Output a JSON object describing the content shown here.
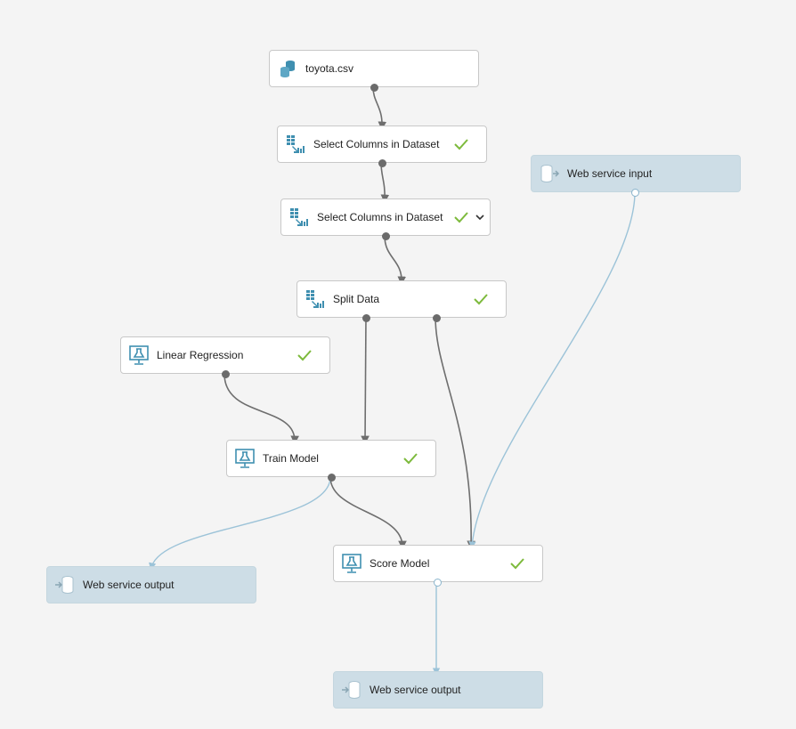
{
  "colors": {
    "canvas": "#f4f4f4",
    "module_fill": "#ffffff",
    "webservice_fill": "#cddde6",
    "edge_dark": "#6e6e6e",
    "edge_light": "#9cc3d8",
    "check_green": "#7dba3c",
    "icon_blue": "#3f8fb0"
  },
  "nodes": [
    {
      "id": "toyota",
      "label": "toyota.csv",
      "icon": "dataset-icon",
      "check": false,
      "chevron": false,
      "kind": "module"
    },
    {
      "id": "select1",
      "label": "Select Columns in Dataset",
      "icon": "select-columns-icon",
      "check": true,
      "chevron": false,
      "kind": "module"
    },
    {
      "id": "select2",
      "label": "Select Columns in Dataset",
      "icon": "select-columns-icon",
      "check": true,
      "chevron": true,
      "kind": "module"
    },
    {
      "id": "split",
      "label": "Split Data",
      "icon": "split-data-icon",
      "check": true,
      "chevron": false,
      "kind": "module"
    },
    {
      "id": "linreg",
      "label": "Linear Regression",
      "icon": "model-icon",
      "check": true,
      "chevron": false,
      "kind": "module"
    },
    {
      "id": "train",
      "label": "Train Model",
      "icon": "model-icon",
      "check": true,
      "chevron": false,
      "kind": "module"
    },
    {
      "id": "score",
      "label": "Score Model",
      "icon": "model-icon",
      "check": true,
      "chevron": false,
      "kind": "module"
    },
    {
      "id": "wsinput",
      "label": "Web service input",
      "icon": "web-input-icon",
      "check": false,
      "chevron": false,
      "kind": "webservice"
    },
    {
      "id": "wsout1",
      "label": "Web service output",
      "icon": "web-output-icon",
      "check": false,
      "chevron": false,
      "kind": "webservice"
    },
    {
      "id": "wsout2",
      "label": "Web service output",
      "icon": "web-output-icon",
      "check": false,
      "chevron": false,
      "kind": "webservice"
    }
  ],
  "edges": [
    {
      "from": "toyota",
      "to": "select1",
      "style": "dark"
    },
    {
      "from": "select1",
      "to": "select2",
      "style": "dark"
    },
    {
      "from": "select2",
      "to": "split",
      "style": "dark"
    },
    {
      "from": "split",
      "to": "train",
      "style": "dark"
    },
    {
      "from": "split",
      "to": "score",
      "style": "dark"
    },
    {
      "from": "linreg",
      "to": "train",
      "style": "dark"
    },
    {
      "from": "train",
      "to": "score",
      "style": "dark"
    },
    {
      "from": "train",
      "to": "wsout1",
      "style": "light"
    },
    {
      "from": "wsinput",
      "to": "score",
      "style": "light"
    },
    {
      "from": "score",
      "to": "wsout2",
      "style": "light"
    }
  ]
}
